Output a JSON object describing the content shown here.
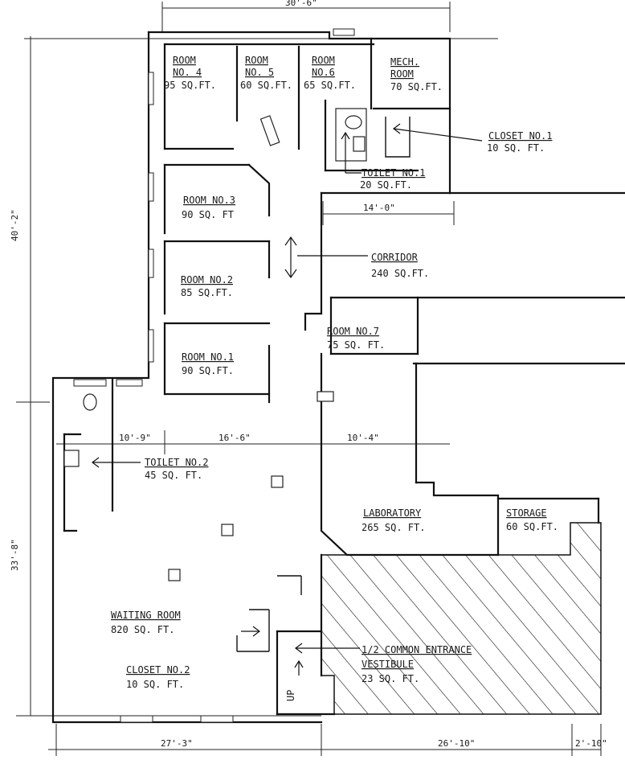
{
  "dimensions": {
    "top_width": "30'-6\"",
    "left_upper": "40'-2\"",
    "left_lower": "33'-8\"",
    "corridor_width": "14'-0\"",
    "mid_1": "10'-9\"",
    "mid_2": "16'-6\"",
    "mid_3": "10'-4\"",
    "bottom_1": "27'-3\"",
    "bottom_2": "26'-10\"",
    "bottom_3": "2'-10\""
  },
  "rooms": {
    "room4": {
      "name": "ROOM",
      "num": "NO. 4",
      "area": "95 SQ.FT."
    },
    "room5": {
      "name": "ROOM",
      "num": "NO. 5",
      "area": "60 SQ.FT."
    },
    "room6": {
      "name": "ROOM",
      "num": "NO.6",
      "area": "65 SQ.FT."
    },
    "mech": {
      "name": "MECH.",
      "num": "ROOM",
      "area": "70 SQ.FT."
    },
    "closet1": {
      "name": "CLOSET NO.1",
      "area": "10 SQ. FT."
    },
    "toilet1": {
      "name": "TOILET NO.1",
      "area": "20 SQ.FT."
    },
    "room3": {
      "name": "ROOM NO.3",
      "area": "90 SQ. FT"
    },
    "corridor": {
      "name": "CORRIDOR",
      "area": "240 SQ.FT."
    },
    "room2": {
      "name": "ROOM NO.2",
      "area": "85 SQ.FT."
    },
    "room7": {
      "name": "ROOM NO.7",
      "area": "75 SQ. FT."
    },
    "room1": {
      "name": "ROOM NO.1",
      "area": "90 SQ.FT."
    },
    "toilet2": {
      "name": "TOILET NO.2",
      "area": "45 SQ. FT."
    },
    "lab": {
      "name": "LABORATORY",
      "area": "265 SQ. FT."
    },
    "storage": {
      "name": "STORAGE",
      "area": "60 SQ.FT."
    },
    "waiting": {
      "name": "WAITING ROOM",
      "area": "820 SQ. FT."
    },
    "vestibule": {
      "name": "1/2 COMMON ENTRANCE",
      "sub": "VESTIBULE",
      "area": "23 SQ. FT."
    },
    "closet2": {
      "name": "CLOSET NO.2",
      "area": "10 SQ. FT."
    },
    "up": "UP"
  }
}
